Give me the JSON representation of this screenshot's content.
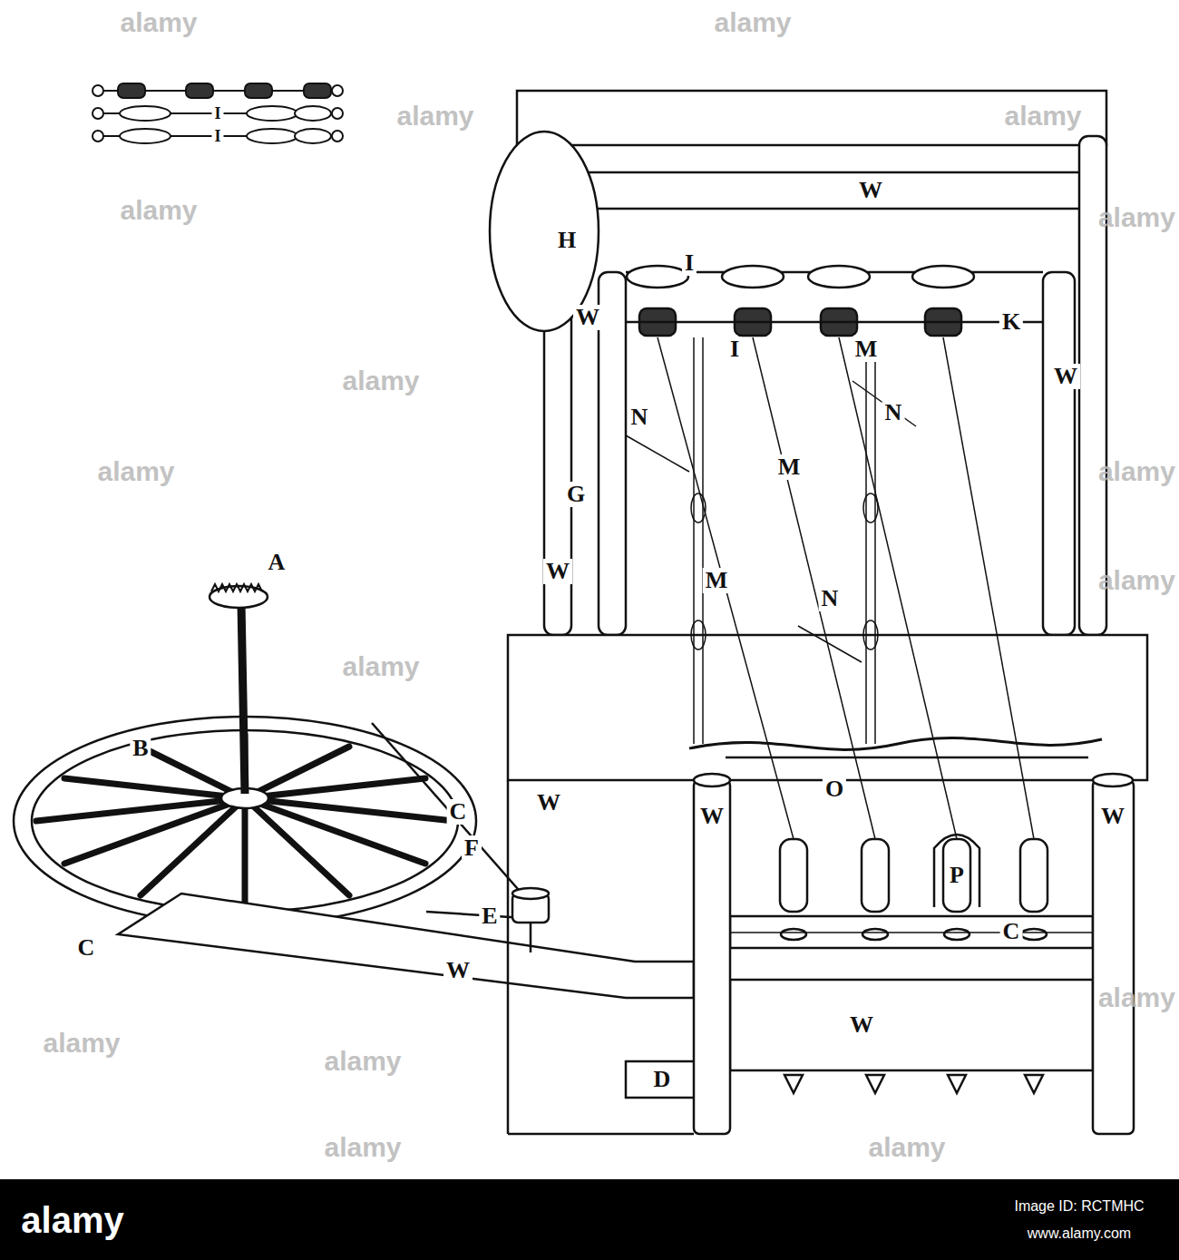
{
  "diagram": {
    "labels": [
      "I",
      "I",
      "H",
      "W",
      "I",
      "W",
      "I",
      "M",
      "K",
      "W",
      "N",
      "N",
      "M",
      "G",
      "A",
      "W",
      "M",
      "N",
      "B",
      "W",
      "W",
      "O",
      "W",
      "C",
      "F",
      "P",
      "E",
      "C",
      "C",
      "W",
      "W",
      "D",
      "alamy",
      "alamy",
      "alamy",
      "alamy",
      "alamy",
      "alamy",
      "alamy",
      "alamy",
      "alamy",
      "alamy",
      "alamy",
      "alamy",
      "alamy",
      "alamy",
      "alamy",
      "alamy",
      "alamy",
      "Image ID: RCTMHC",
      "www.alamy.com"
    ]
  }
}
